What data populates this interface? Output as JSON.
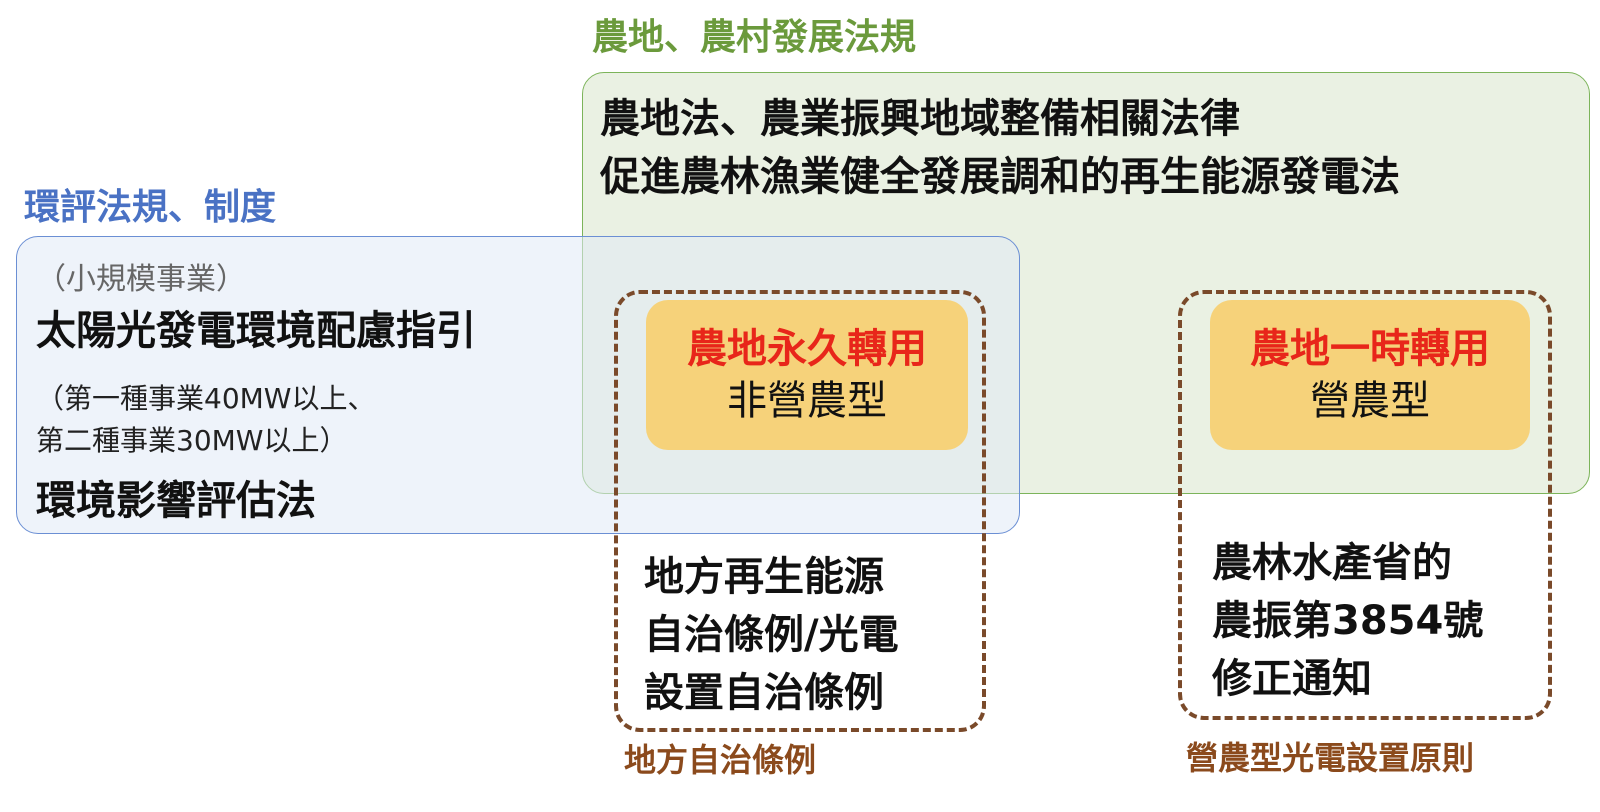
{
  "headings": {
    "agri_law": "農地、農村發展法規",
    "eia": "環評法規、制度",
    "local_ordinance": "地方自治條例",
    "agrivoltaic_principle": "營農型光電設置原則"
  },
  "agri_laws": [
    "農地法、農業振興地域整備相關法律",
    "促進農林漁業健全發展調和的再生能源發電法"
  ],
  "eia_box": {
    "small_note": "（小規模事業）",
    "guide_title": "太陽光發電環境配慮指引",
    "scale_lines": [
      "（第一種事業40MW以上、",
      "第二種事業30MW以上）"
    ],
    "eia_law": "環境影響評估法"
  },
  "cards": {
    "permanent": {
      "title": "農地永久轉用",
      "subtitle": "非營農型"
    },
    "temporary": {
      "title": "農地一時轉用",
      "subtitle": "營農型"
    }
  },
  "local_block": [
    "地方再生能源",
    "自治條例/光電",
    "設置自治條例"
  ],
  "agri_block": [
    "農林水產省的",
    "農振第3854號",
    "修正通知"
  ],
  "colors": {
    "green_heading": "#6b9a3c",
    "blue_heading": "#4a72c4",
    "brown": "#8b4a1c",
    "card_fill": "#f6d27a",
    "card_title": "#e8261a"
  }
}
